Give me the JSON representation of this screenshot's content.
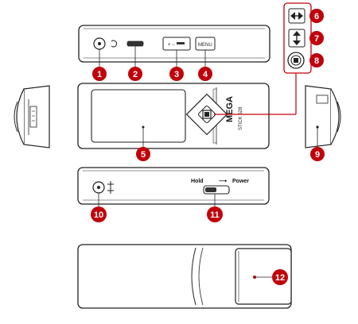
{
  "device": {
    "brand_line1": "MEGA",
    "brand_line2": "STICK 528",
    "menu_label": "MENU",
    "hold_label": "Hold",
    "power_label": "Power",
    "volume_label": "+ −",
    "arrow_symbol": "⟶"
  },
  "callouts": [
    "1",
    "2",
    "3",
    "4",
    "5",
    "6",
    "7",
    "8",
    "9",
    "10",
    "11",
    "12"
  ],
  "colors": {
    "callout_fill": "#c0000a",
    "leader_line": "#c0000a",
    "outline": "#222222",
    "device_fill": "#ffffff"
  }
}
